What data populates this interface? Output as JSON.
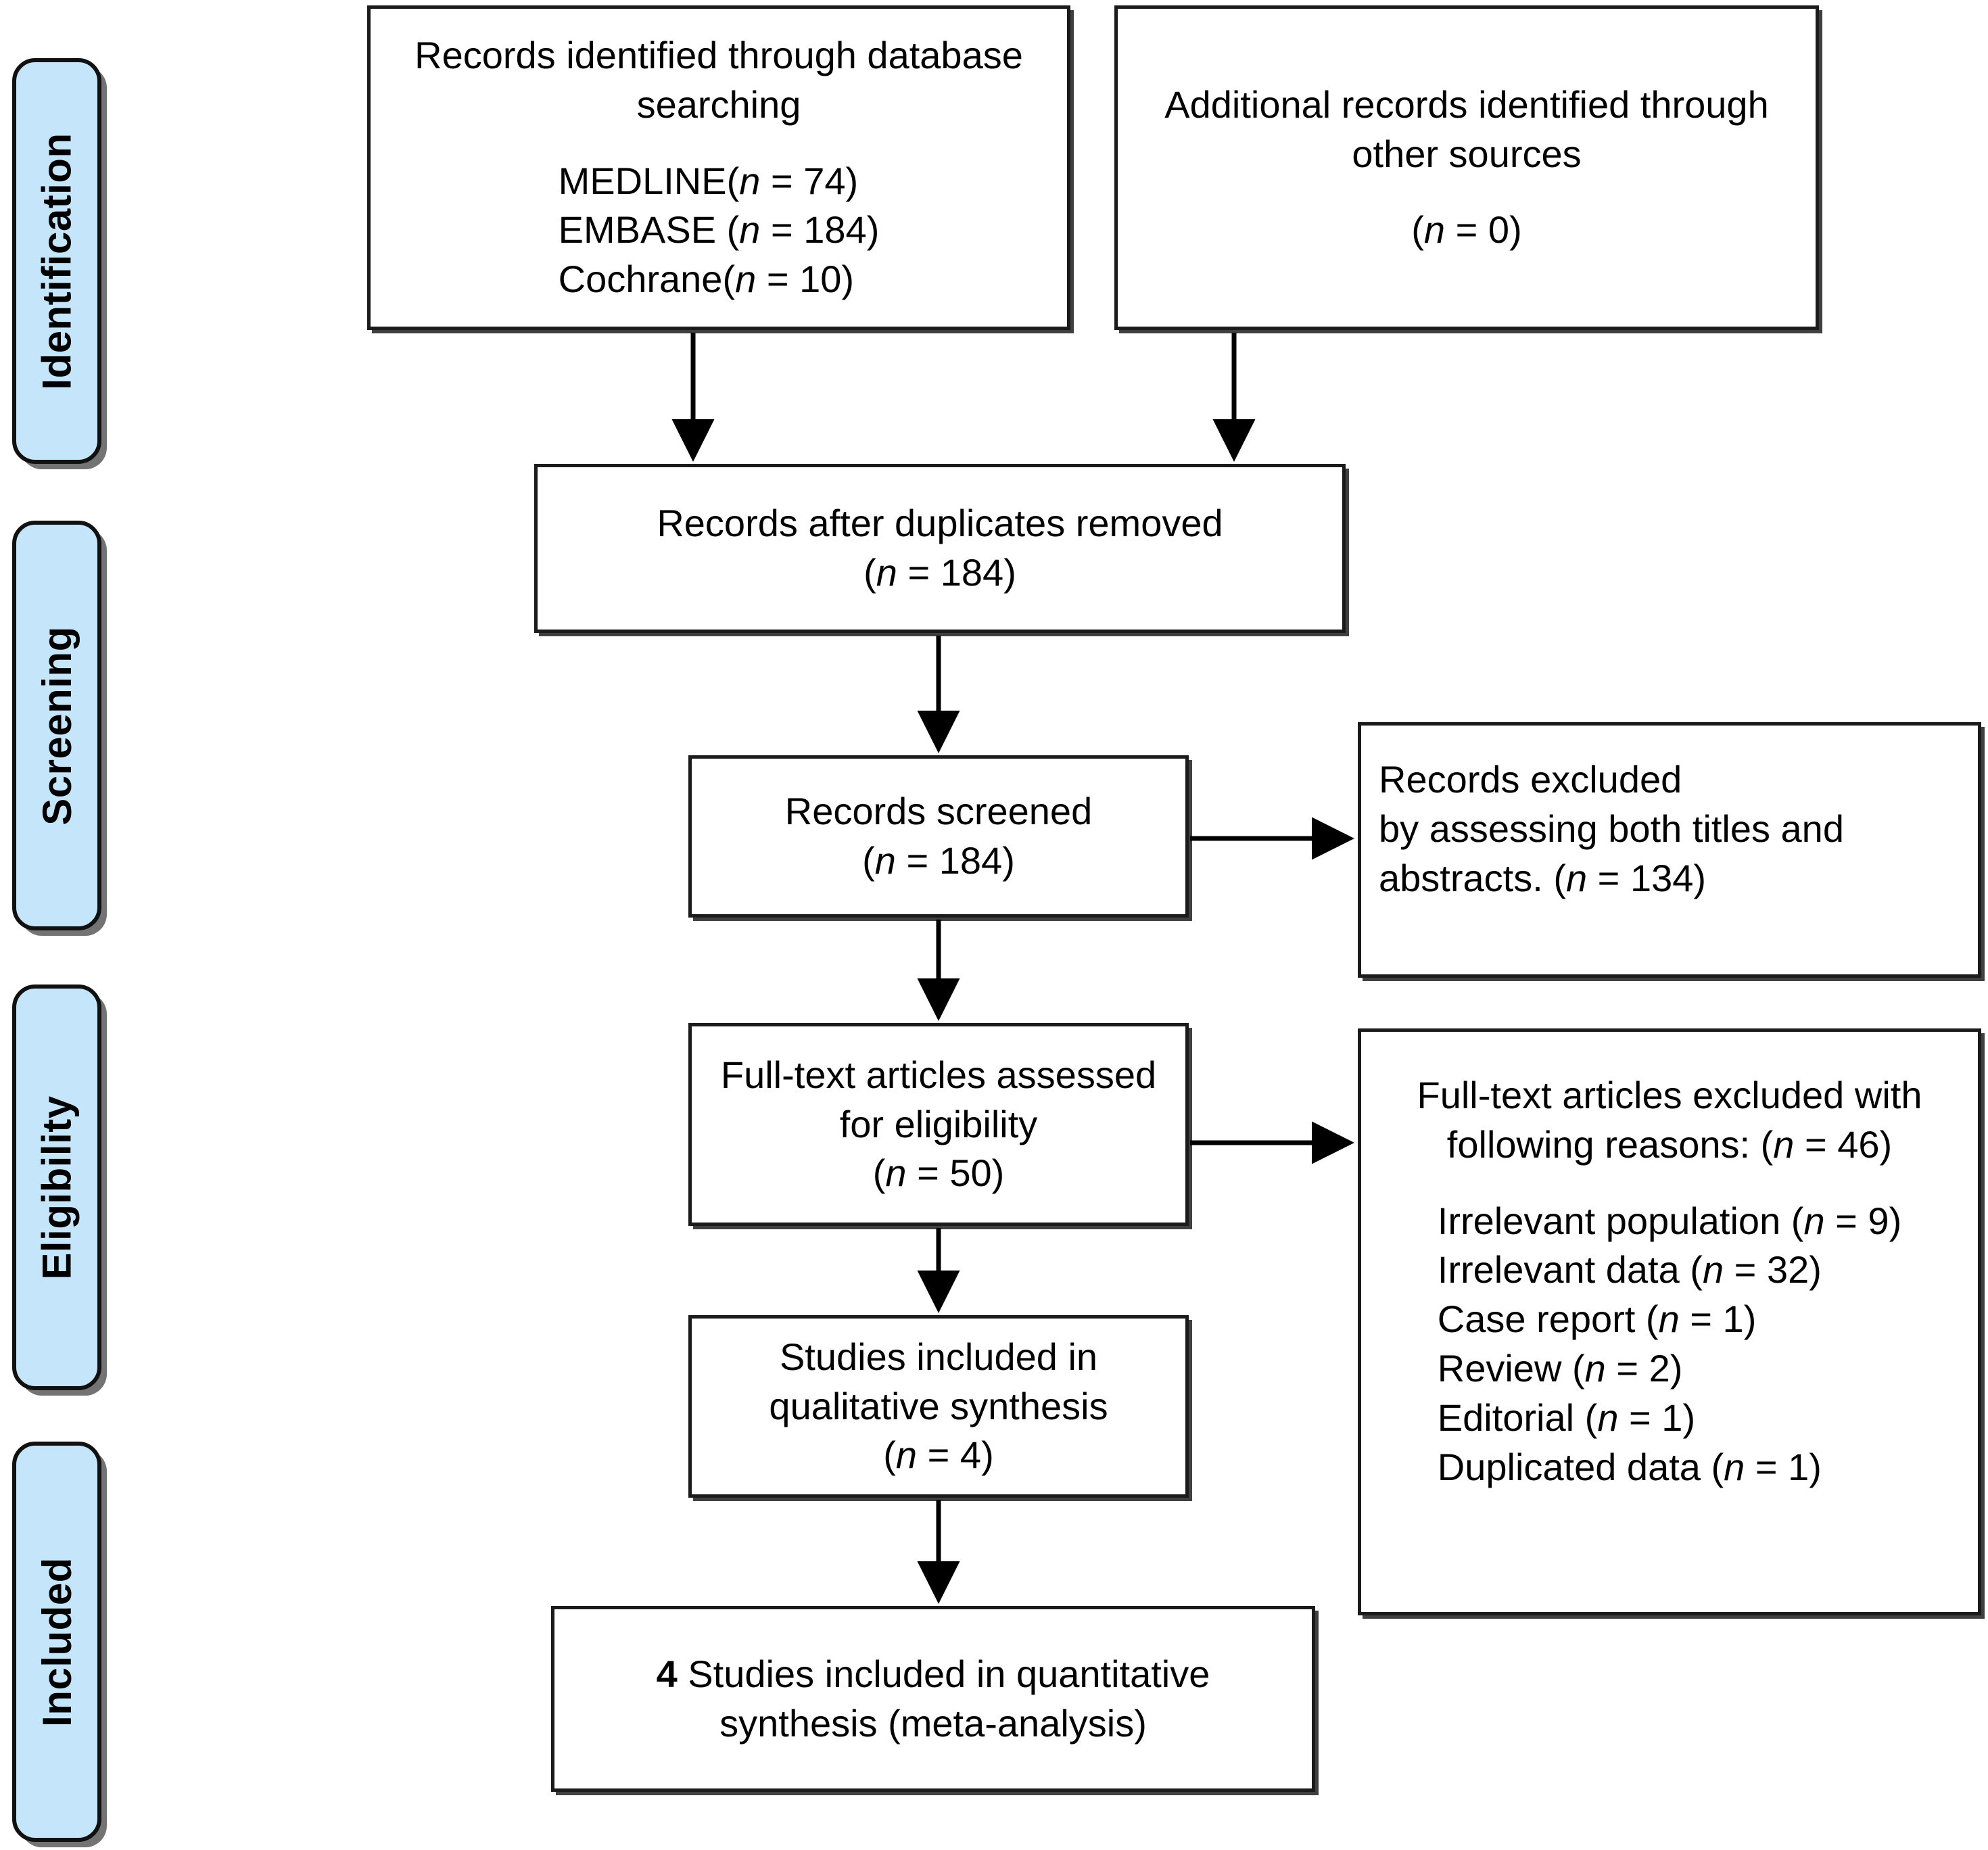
{
  "diagram": {
    "title": "PRISMA flow diagram",
    "accent_color": "#c5e6fa",
    "border_color": "#1b1b1b",
    "background": "#ffffff"
  },
  "phases": [
    {
      "id": "identification",
      "label": "Identification"
    },
    {
      "id": "screening",
      "label": "Screening"
    },
    {
      "id": "eligibility",
      "label": "Eligibility"
    },
    {
      "id": "included",
      "label": "Included"
    }
  ],
  "boxes": {
    "database_search": {
      "heading_line1": "Records identified through database",
      "heading_line2": "searching",
      "sources": [
        {
          "name": "MEDLINE",
          "n_prefix": "(",
          "n_label": "n",
          "n_eq": " = ",
          "n_value": "74",
          "n_suffix": ")",
          "full": "MEDLINE (n = 74)"
        },
        {
          "name": "EMBASE ",
          "n_prefix": "(",
          "n_label": "n",
          "n_eq": " = ",
          "n_value": "184",
          "n_suffix": ")",
          "full": "EMBASE  (n = 184)"
        },
        {
          "name": "Cochrane",
          "n_prefix": "(",
          "n_label": "n",
          "n_eq": " = ",
          "n_value": "10",
          "n_suffix": ")",
          "full": "Cochrane (n = 10)"
        }
      ]
    },
    "other_sources": {
      "heading_line1": "Additional records identified through",
      "heading_line2": "other sources",
      "count_prefix": "(",
      "count_label": "n",
      "count_eq": " = ",
      "count_value": "0",
      "count_suffix": ")"
    },
    "duplicates_removed": {
      "heading": "Records after duplicates removed",
      "count_prefix": "(",
      "count_label": "n",
      "count_eq": " = ",
      "count_value": "184",
      "count_suffix": ")"
    },
    "records_screened": {
      "heading": "Records screened",
      "count_prefix": "(",
      "count_label": "n",
      "count_eq": " = ",
      "count_value": "184",
      "count_suffix": ")"
    },
    "records_excluded": {
      "line1": "Records excluded",
      "line2": "by assessing both titles and",
      "line3_prefix": "abstracts. (",
      "line3_label": "n",
      "line3_eq": " = ",
      "line3_value": "134",
      "line3_suffix": ")"
    },
    "fulltext_assessed": {
      "line1": "Full-text articles assessed",
      "line2": "for eligibility",
      "count_prefix": "(",
      "count_label": "n",
      "count_eq": " = ",
      "count_value": "50",
      "count_suffix": ")"
    },
    "fulltext_excluded": {
      "heading_line1": "Full-text articles excluded with",
      "heading_line2_prefix": "following reasons: (",
      "heading_line2_label": "n",
      "heading_line2_eq": " = ",
      "heading_line2_value": "46",
      "heading_line2_suffix": ")",
      "reasons": [
        {
          "reason": "Irrelevant population",
          "n_label": "n",
          "n_value": "9",
          "full": "Irrelevant population (n = 9)"
        },
        {
          "reason": "Irrelevant data",
          "n_label": "n",
          "n_value": "32",
          "full": "Irrelevant data (n = 32)"
        },
        {
          "reason": "Case report",
          "n_label": "n",
          "n_value": "1",
          "full": "Case report (n = 1)"
        },
        {
          "reason": "Review",
          "n_label": "n",
          "n_value": "2",
          "full": "Review (n = 2)"
        },
        {
          "reason": "Editorial",
          "n_label": "n",
          "n_value": "1",
          "full": "Editorial (n = 1)"
        },
        {
          "reason": "Duplicated data",
          "n_label": "n",
          "n_value": "1",
          "full": "Duplicated data (n = 1)"
        }
      ]
    },
    "qualitative_synthesis": {
      "line1": "Studies included in",
      "line2": "qualitative synthesis",
      "count_prefix": "(",
      "count_label": "n",
      "count_eq": " = ",
      "count_value": "4",
      "count_suffix": ")"
    },
    "quantitative_synthesis": {
      "count_value": "4",
      "line1_rest": " Studies included in quantitative",
      "line2": "synthesis (meta-analysis)"
    }
  }
}
